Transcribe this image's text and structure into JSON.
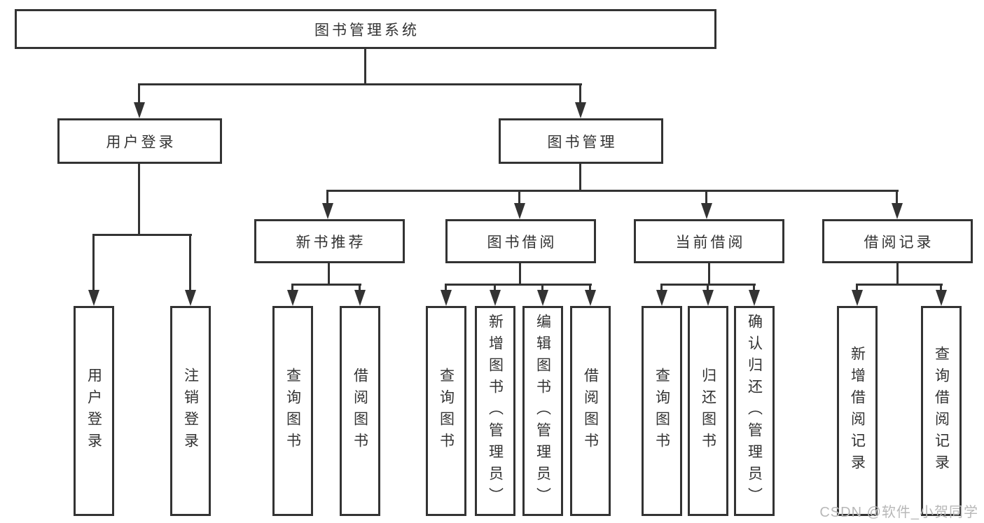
{
  "colors": {
    "line": "#333333",
    "text": "#333333",
    "box_bg": "#ffffff",
    "background": "#ffffff",
    "watermark": "#b8b8b8"
  },
  "tree": {
    "root": {
      "label": "图书管理系统"
    },
    "children": [
      {
        "label": "用户登录",
        "leaves": [
          {
            "label": "用户登录"
          },
          {
            "label": "注销登录"
          }
        ]
      },
      {
        "label": "图书管理",
        "children": [
          {
            "label": "新书推荐",
            "leaves": [
              {
                "label": "查询图书"
              },
              {
                "label": "借阅图书"
              }
            ]
          },
          {
            "label": "图书借阅",
            "leaves": [
              {
                "label": "查询图书"
              },
              {
                "label": "新增图书（管理员）"
              },
              {
                "label": "编辑图书（管理员）"
              },
              {
                "label": "借阅图书"
              }
            ]
          },
          {
            "label": "当前借阅",
            "leaves": [
              {
                "label": "查询图书"
              },
              {
                "label": "归还图书"
              },
              {
                "label": "确认归还（管理员）"
              }
            ]
          },
          {
            "label": "借阅记录",
            "leaves": [
              {
                "label": "新增借阅记录"
              },
              {
                "label": "查询借阅记录"
              }
            ]
          }
        ]
      }
    ]
  },
  "watermark": {
    "text": "CSDN @软件_小贺同学"
  }
}
